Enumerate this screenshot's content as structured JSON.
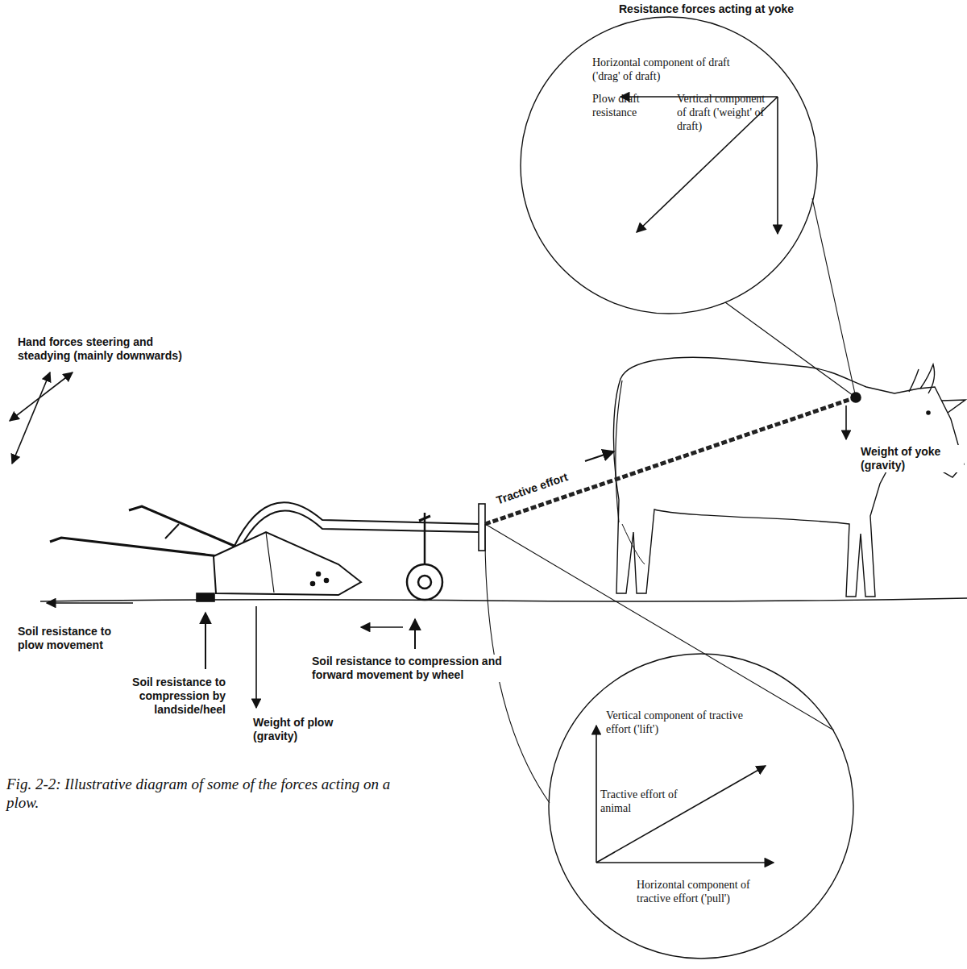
{
  "diagram": {
    "caption": "Fig. 2-2: Illustrative diagram of some of the forces acting on a plow.",
    "nodes": [
      {
        "text": [
          "Resistance forces acting at yoke",
          "Horizontal component of draft ('drag' of draft)",
          "Plow draft resistance",
          "Vertical component of draft ('weight' of draft)"
        ]
      },
      {
        "text": [
          "Vertical component of tractive effort ('lift')",
          "Tractive effort of animal",
          "Horizontal component of tractive effort ('pull')"
        ]
      }
    ],
    "labels": [
      "Hand forces steering and steadying (mainly downwards)",
      "Tractive effort",
      "Weight of yoke (gravity)",
      "Soil resistance to plow movement",
      "Soil resistance to compression by landside/heel",
      "Weight of plow (gravity)",
      "Soil resistance to compression and forward movement by wheel"
    ]
  }
}
